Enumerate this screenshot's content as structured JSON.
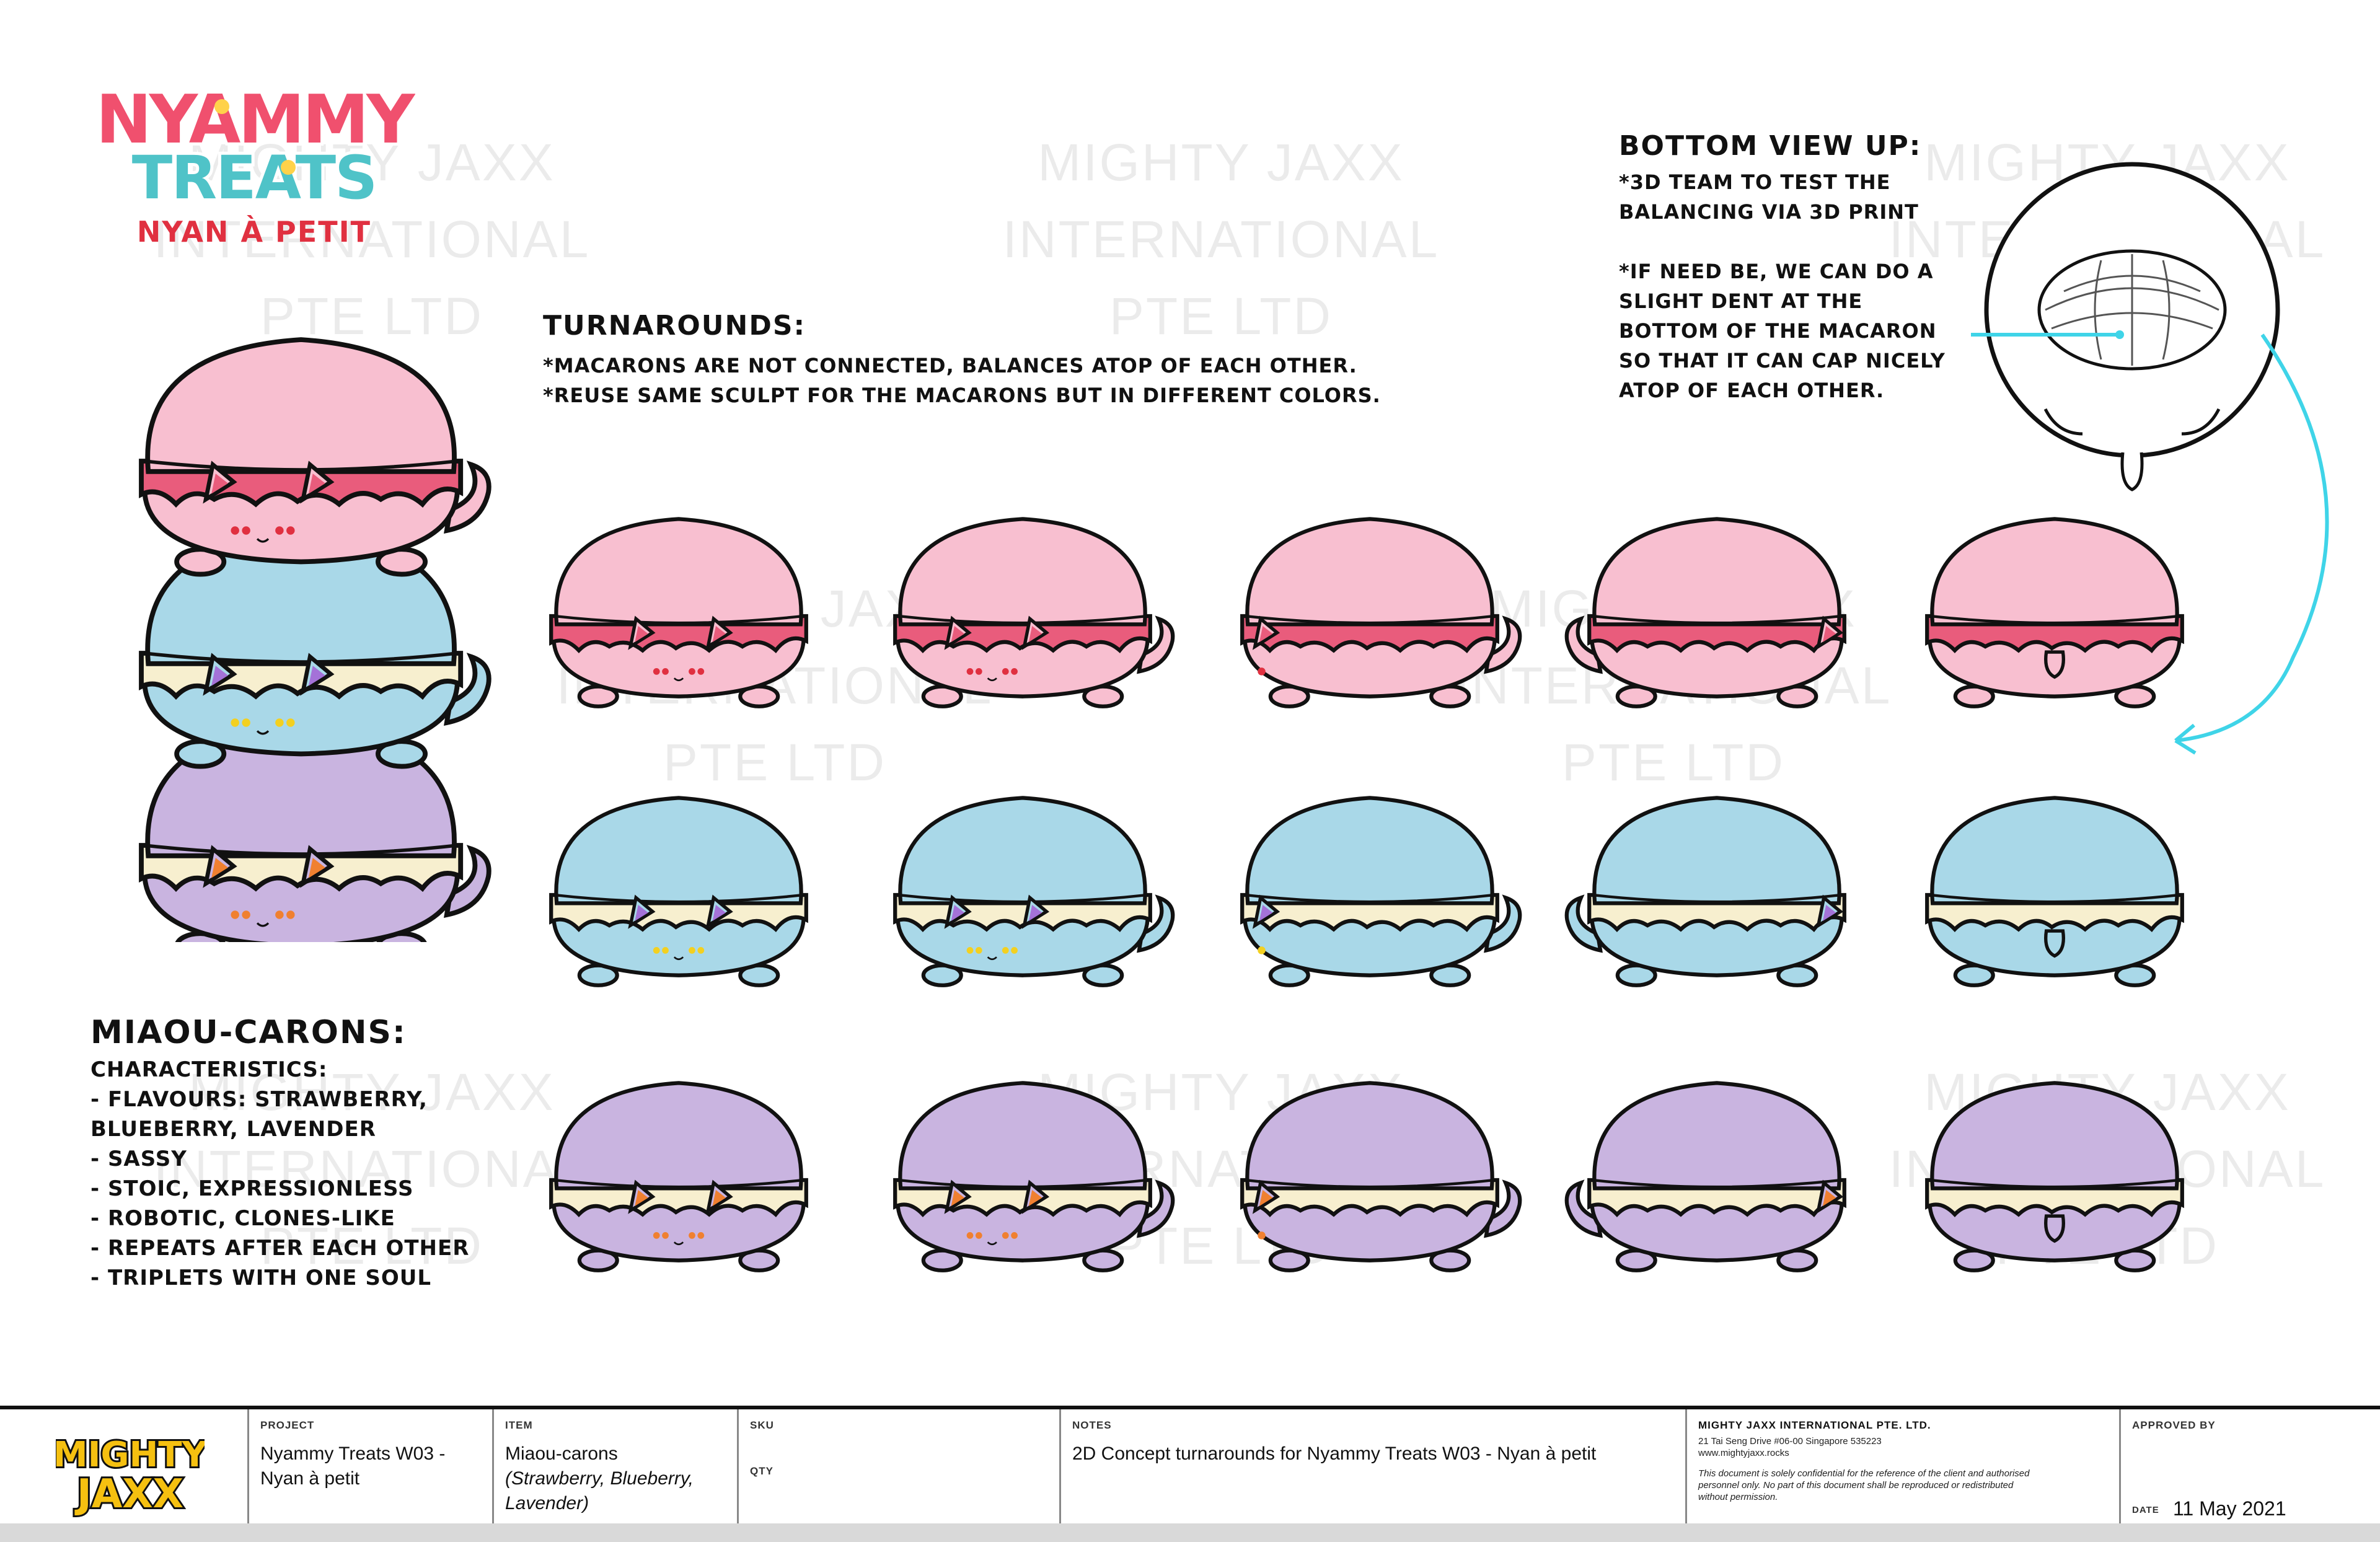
{
  "logo": {
    "line1": "NYAMMY",
    "line2": "TREATS",
    "subtitle": "NYAN À PETIT",
    "colors": {
      "pink": "#f0506e",
      "teal": "#4fc3c8",
      "yellow": "#ffd24a",
      "red": "#e03040"
    }
  },
  "watermark": {
    "line1": "MIGHTY JAXX",
    "line2": "INTERNATIONAL",
    "line3": "PTE LTD"
  },
  "turnarounds": {
    "title": "TURNAROUNDS:",
    "notes": [
      "*MACARONS ARE NOT CONNECTED, BALANCES ATOP OF EACH OTHER.",
      "*REUSE SAME SCULPT FOR THE MACARONS BUT IN DIFFERENT COLORS."
    ]
  },
  "bottom_view": {
    "title": "BOTTOM VIEW UP:",
    "notes": [
      "*3D TEAM TO TEST THE",
      "BALANCING VIA 3D PRINT",
      "",
      "*IF NEED BE, WE CAN DO A",
      "SLIGHT DENT AT THE",
      "BOTTOM OF THE MACARON",
      "SO THAT IT CAN CAP NICELY",
      "ATOP OF EACH OTHER."
    ],
    "accent_color": "#3fd4e8"
  },
  "miaou": {
    "title": "MIAOU-CARONS:",
    "lines": [
      "CHARACTERISTICS:",
      "- FLAVOURS: STRAWBERRY,",
      "BLUEBERRY, LAVENDER",
      "- SASSY",
      "- STOIC, EXPRESSIONLESS",
      "- ROBOTIC, CLONES-LIKE",
      "- REPEATS AFTER EACH OTHER",
      "- TRIPLETS WITH ONE SOUL"
    ]
  },
  "flavours": [
    {
      "shell": "#f8bfd0",
      "filling": "#e95c7c",
      "body": "#f8bfd0",
      "eyes": "#e03040",
      "ear": "#e95c7c"
    },
    {
      "shell": "#a9d8e8",
      "filling": "#f7efcf",
      "body": "#a9d8e8",
      "eyes": "#f3d020",
      "ear": "#a472d8"
    },
    {
      "shell": "#c9b4e0",
      "filling": "#f7efcf",
      "body": "#c9b4e0",
      "eyes": "#f08030",
      "ear": "#f08030"
    }
  ],
  "views": [
    "front",
    "three-quarter-left",
    "side-left",
    "three-quarter-back",
    "back"
  ],
  "footer": {
    "brand_line1": "MIGHTY",
    "brand_line2": "JAXX",
    "project_label": "PROJECT",
    "project_value_1": "Nyammy Treats W03 -",
    "project_value_2": "Nyan à petit",
    "item_label": "ITEM",
    "item_value_1": "Miaou-carons",
    "item_value_2": "(Strawberry, Blueberry,",
    "item_value_3": "Lavender)",
    "sku_label": "SKU",
    "qty_label": "QTY",
    "notes_label": "NOTES",
    "notes_value": "2D Concept turnarounds for Nyammy Treats W03 - Nyan à petit",
    "company_name": "MIGHTY JAXX INTERNATIONAL PTE. LTD.",
    "company_address": "21 Tai Seng Drive #06-00 Singapore 535223",
    "company_web": "www.mightyjaxx.rocks",
    "disclaimer_1": "This document is solely confidential for the reference of the client and authorised",
    "disclaimer_2": "personnel only. No part of this document shall be reproduced or redistributed",
    "disclaimer_3": "without permission.",
    "approved_label": "APPROVED BY",
    "date_label": "DATE",
    "date_value": "11 May 2021"
  }
}
